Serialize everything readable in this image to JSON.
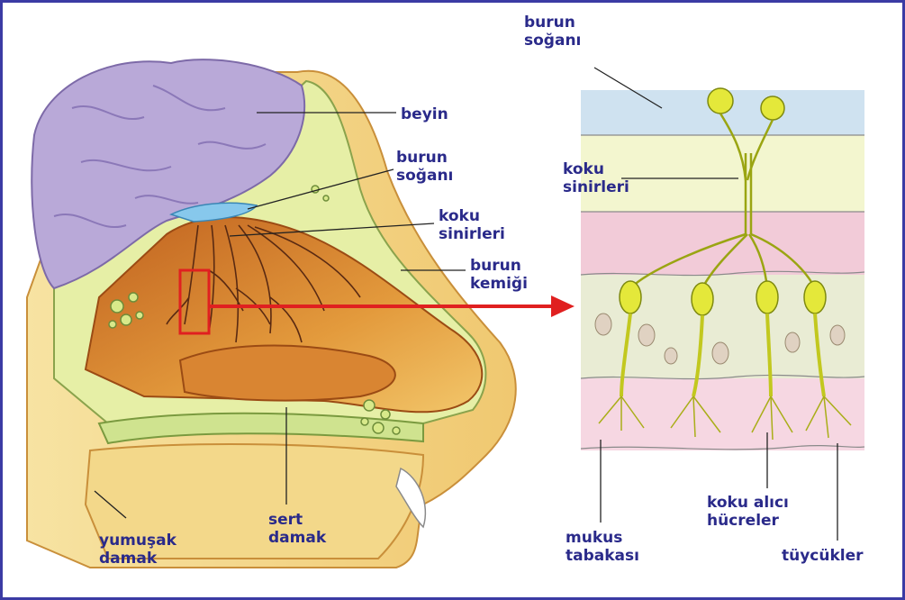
{
  "labels": {
    "beyin": "beyin",
    "burun_soganı_left_1": "burun",
    "burun_soganı_left_2": "soğanı",
    "koku_sinirleri_left_1": "koku",
    "koku_sinirleri_left_2": "sinirleri",
    "burun_kemigi_1": "burun",
    "burun_kemigi_2": "kemiği",
    "sert_damak_1": "sert",
    "sert_damak_2": "damak",
    "yumusak_damak_1": "yumuşak",
    "yumusak_damak_2": "damak",
    "burun_soganı_right_1": "burun",
    "burun_soganı_right_2": "soğanı",
    "koku_sinirleri_right_1": "koku",
    "koku_sinirleri_right_2": "sinirleri",
    "mukus_tabakasi_1": "mukus",
    "mukus_tabakasi_2": "tabakası",
    "koku_alici_hucreler_1": "koku alıcı",
    "koku_alici_hucreler_2": "hücreler",
    "tuycukler": "tüycükler"
  },
  "colors": {
    "label_text": "#2a2a8a",
    "frame_border": "#3b3ba4",
    "highlight_arrow": "#e02020",
    "brain": "#b9a9d8",
    "nasal_cavity": "#d9822b",
    "bone": "#e8f0a8",
    "neuron": "#e4e83a"
  }
}
